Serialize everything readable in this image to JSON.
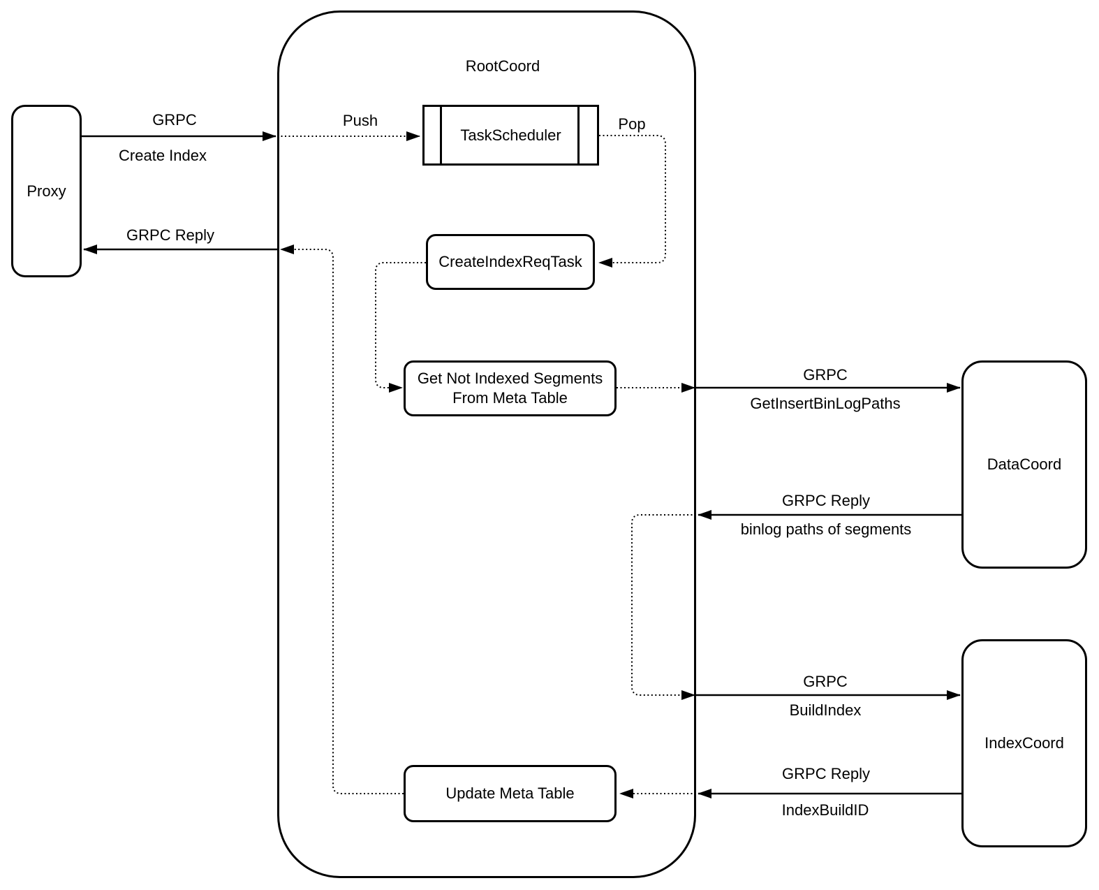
{
  "diagram": {
    "container": {
      "rootcoord": {
        "label": "RootCoord"
      }
    },
    "nodes": {
      "proxy": {
        "label": "Proxy"
      },
      "task_scheduler": {
        "label": "TaskScheduler"
      },
      "create_index_req_task": {
        "label": "CreateIndexReqTask"
      },
      "get_not_indexed_segments": {
        "label": "Get Not Indexed Segments\nFrom Meta Table"
      },
      "update_meta_table": {
        "label": "Update Meta Table"
      },
      "datacoord": {
        "label": "DataCoord"
      },
      "indexcoord": {
        "label": "IndexCoord"
      }
    },
    "edges": {
      "grpc_create_index": {
        "from": "proxy",
        "to": "rootcoord",
        "style": "solid",
        "line1": "GRPC",
        "line2": "Create Index"
      },
      "push": {
        "from": "rootcoord",
        "to": "task_scheduler",
        "style": "dotted",
        "line1": "Push"
      },
      "pop": {
        "from": "task_scheduler",
        "to": "create_index_req_task",
        "style": "dotted",
        "line1": "Pop"
      },
      "task_to_segments": {
        "from": "create_index_req_task",
        "to": "get_not_indexed_segments",
        "style": "dotted"
      },
      "segments_to_boundary": {
        "from": "get_not_indexed_segments",
        "to": "rootcoord",
        "style": "dotted"
      },
      "grpc_get_insert_binlog_paths": {
        "from": "rootcoord",
        "to": "datacoord",
        "style": "solid",
        "line1": "GRPC",
        "line2": "GetInsertBinLogPaths"
      },
      "grpc_reply_binlog_paths": {
        "from": "datacoord",
        "to": "rootcoord",
        "style": "solid",
        "line1": "GRPC Reply",
        "line2": "binlog paths of segments"
      },
      "reply_to_build_index": {
        "from": "rootcoord",
        "to": "rootcoord",
        "style": "dotted"
      },
      "grpc_build_index": {
        "from": "rootcoord",
        "to": "indexcoord",
        "style": "solid",
        "line1": "GRPC",
        "line2": "BuildIndex"
      },
      "grpc_reply_index_build_id": {
        "from": "indexcoord",
        "to": "rootcoord",
        "style": "solid",
        "line1": "GRPC Reply",
        "line2": "IndexBuildID"
      },
      "reply_to_update_meta": {
        "from": "rootcoord",
        "to": "update_meta_table",
        "style": "dotted"
      },
      "update_meta_to_reply": {
        "from": "update_meta_table",
        "to": "rootcoord",
        "style": "dotted"
      },
      "grpc_reply_to_proxy": {
        "from": "rootcoord",
        "to": "proxy",
        "style": "solid",
        "line1": "GRPC Reply"
      }
    },
    "colors": {
      "stroke": "#000000",
      "background": "#ffffff",
      "text": "#000000"
    }
  }
}
